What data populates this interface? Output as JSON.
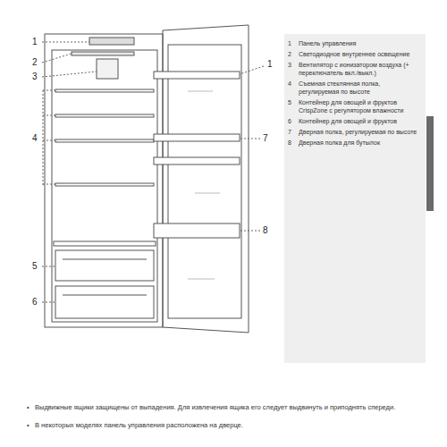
{
  "diagram": {
    "labels": [
      "1",
      "2",
      "3",
      "4",
      "1",
      "7",
      "8",
      "5",
      "6",
      "1",
      "Панель управления",
      "2",
      "Светодиодное внутреннее освещение",
      "3",
      "Вентилятор с ионизатором воздуха (+ переключатель вкл./выкл.)",
      "4",
      "Съемная стеклянная полка, регулируемая по высоте",
      "5",
      "Контейнер для овощей и фруктов CrispZone с регулятором влажности",
      "6",
      "Контейнер для овощей и фруктов",
      "7",
      "Дверная полка, регулируемая по высоте",
      "8",
      "Дверная полка для бутылок",
      "•",
      "Выдвижные ящики защищены от выпадения. Для извлечения ящика его следует выдвинуть и приподнять спереди.",
      "•",
      "В некоторых моделях панель управления расположена на дверце."
    ]
  }
}
